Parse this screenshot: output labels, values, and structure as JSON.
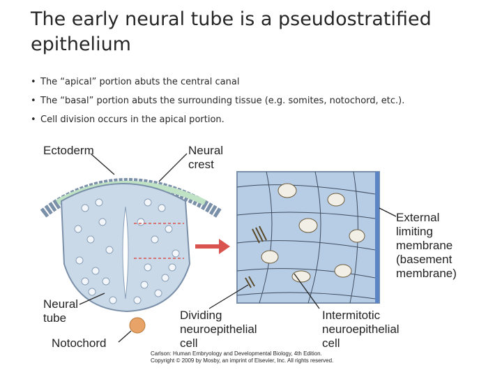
{
  "title": "The early neural tube is a pseudostratified epithelium",
  "bullets": [
    "The “apical” portion abuts the central canal",
    "The “basal” portion abuts the surrounding tissue (e.g. somites, notochord, etc.).",
    "Cell division occurs in the apical portion."
  ],
  "figure": {
    "labels": {
      "ectoderm": "Ectoderm",
      "neural_crest": "Neural\ncrest",
      "external_limiting": "External\nlimiting\nmembrane\n(basement\nmembrane)",
      "neural_tube": "Neural\ntube",
      "dividing": "Dividing\nneuroepithelial\ncell",
      "intermitotic": "Intermitotic\nneuroepithelial\ncell",
      "notochord": "Notochord"
    },
    "credit": "Carlson: Human Embryology and Developmental Biology, 4th Edition.\nCopyright © 2009 by Mosby, an imprint of Elsevier, Inc. All rights reserved."
  },
  "colors": {
    "tissue_fill": "#c9d9e8",
    "tissue_stroke": "#7a8fa8",
    "epithelium_panel": "#b7cde6",
    "membrane_blue": "#5b84c4",
    "arrow_red": "#d9534f",
    "crest_green": "#bfe3c4",
    "notochord_orange": "#e8a468"
  }
}
